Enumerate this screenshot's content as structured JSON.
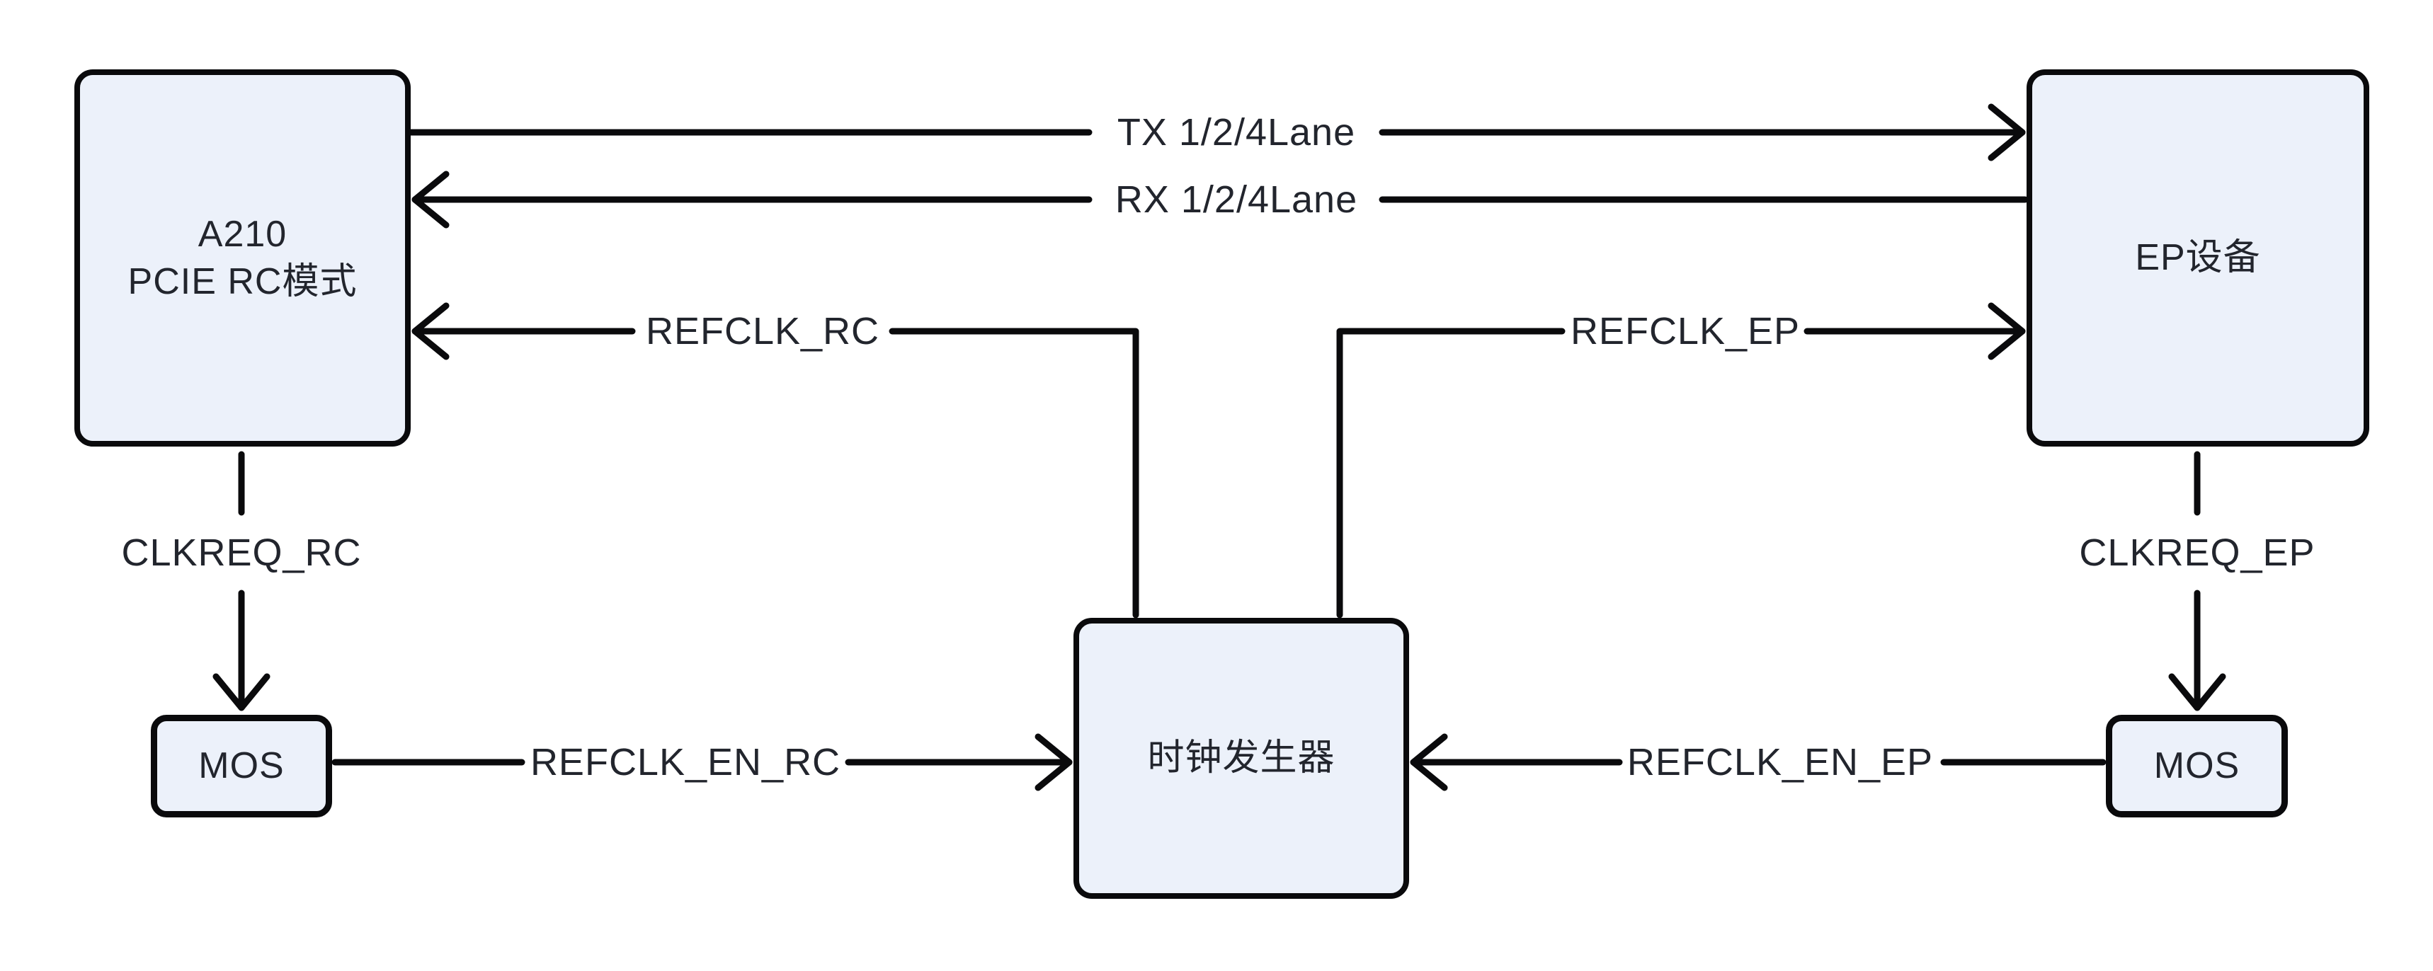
{
  "diagram": {
    "title": "PCIE RC/EP reference-clock wiring diagram",
    "colors": {
      "background": "#ffffff",
      "node_fill": "#ecf1fa",
      "node_border": "#0a0a0c",
      "wire": "#0a0a0c",
      "text": "#22252d"
    },
    "nodes": {
      "a210": {
        "line1": "A210",
        "line2": "PCIE RC模式"
      },
      "ep": {
        "title": "EP设备"
      },
      "clkgen": {
        "title": "时钟发生器"
      },
      "mos_rc": {
        "title": "MOS"
      },
      "mos_ep": {
        "title": "MOS"
      }
    },
    "connections": {
      "tx": {
        "label": "TX 1/2/4Lane",
        "from": "A210 PCIE RC模式",
        "to": "EP设备"
      },
      "rx": {
        "label": "RX 1/2/4Lane",
        "from": "EP设备",
        "to": "A210 PCIE RC模式"
      },
      "refclk_rc": {
        "label": "REFCLK_RC",
        "from": "时钟发生器",
        "to": "A210 PCIE RC模式"
      },
      "refclk_ep": {
        "label": "REFCLK_EP",
        "from": "时钟发生器",
        "to": "EP设备"
      },
      "clkreq_rc": {
        "label": "CLKREQ_RC",
        "from": "A210 PCIE RC模式",
        "to": "MOS"
      },
      "clkreq_ep": {
        "label": "CLKREQ_EP",
        "from": "EP设备",
        "to": "MOS"
      },
      "refclk_en_rc": {
        "label": "REFCLK_EN_RC",
        "from": "MOS",
        "to": "时钟发生器"
      },
      "refclk_en_ep": {
        "label": "REFCLK_EN_EP",
        "from": "MOS",
        "to": "时钟发生器"
      }
    }
  }
}
